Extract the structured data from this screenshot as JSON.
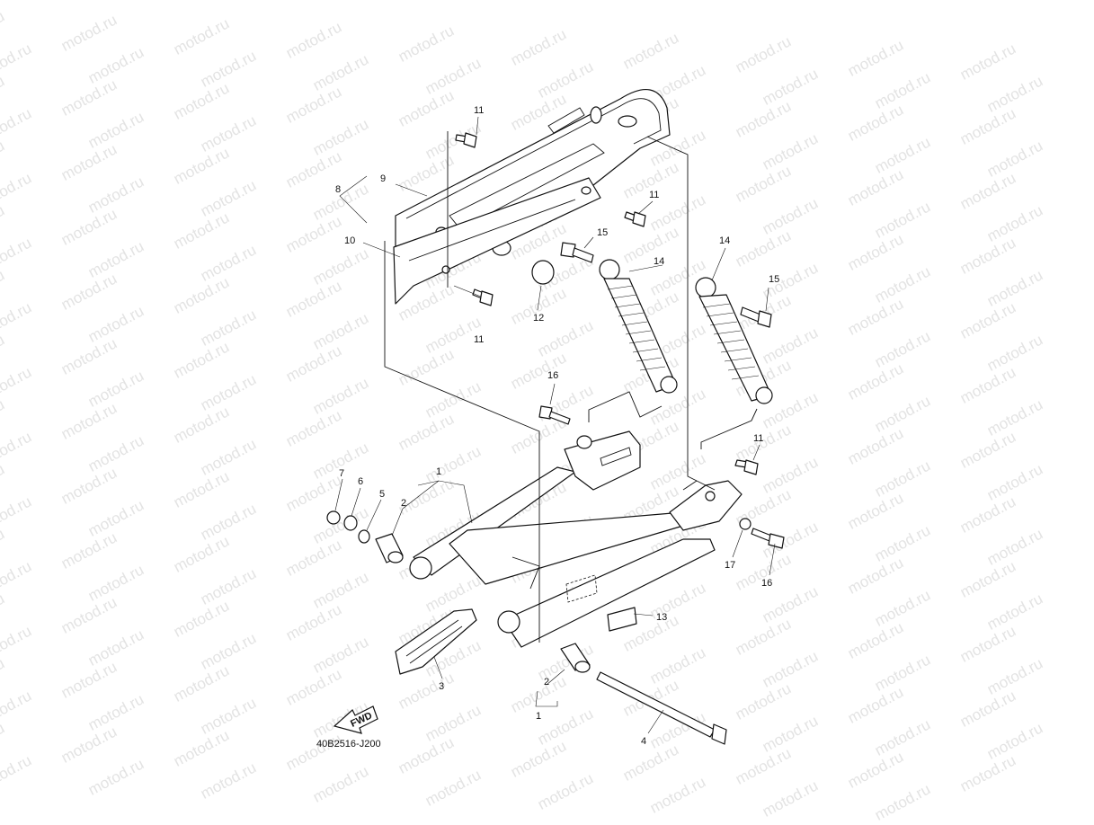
{
  "watermark": "motod.ru",
  "diagram_code": "40B2516-J200",
  "fwd_label": "FWD",
  "callouts": {
    "c1a": "1",
    "c1b": "1",
    "c2a": "2",
    "c2b": "2",
    "c3": "3",
    "c4": "4",
    "c5": "5",
    "c6": "6",
    "c7": "7",
    "c8": "8",
    "c9": "9",
    "c10": "10",
    "c11a": "11",
    "c11b": "11",
    "c11c": "11",
    "c11d": "11",
    "c12": "12",
    "c13": "13",
    "c14a": "14",
    "c14b": "14",
    "c15a": "15",
    "c15b": "15",
    "c16a": "16",
    "c16b": "16",
    "c17": "17"
  },
  "icons": {
    "fwd": "fwd-arrow-icon"
  }
}
